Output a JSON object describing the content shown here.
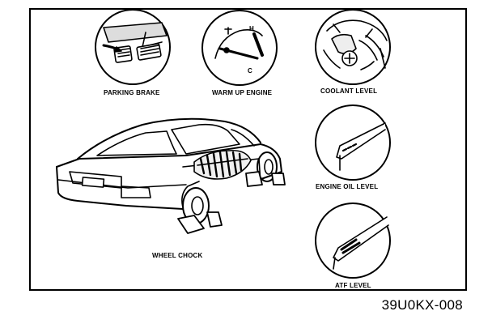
{
  "labels": {
    "parking_brake": "PARKING BRAKE",
    "warm_up_engine": "WARM UP ENGINE",
    "coolant_level": "COOLANT LEVEL",
    "engine_oil_level": "ENGINE OIL LEVEL",
    "atf_level": "ATF LEVEL",
    "wheel_chock": "WHEEL CHOCK"
  },
  "gauge": {
    "hot_mark": "H",
    "cold_mark": "C"
  },
  "figure_code": "39U0KX-008",
  "colors": {
    "ink": "#000000",
    "paper": "#ffffff"
  }
}
